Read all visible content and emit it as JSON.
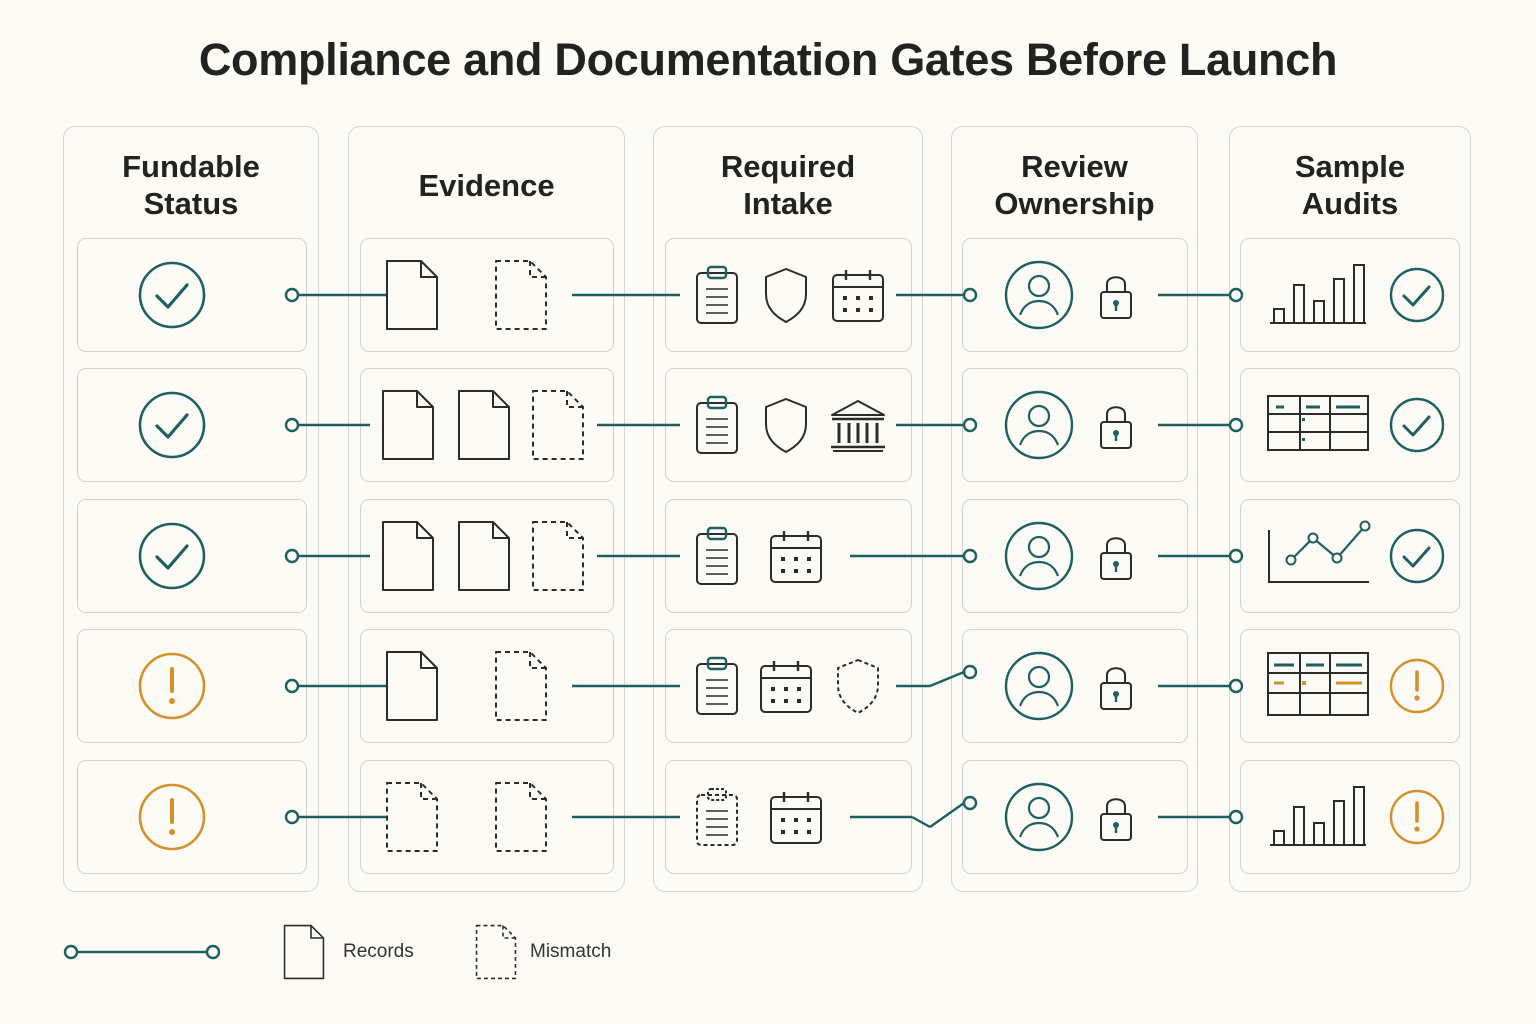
{
  "title": "Compliance and Documentation Gates Before Launch",
  "colors": {
    "teal": "#1e5f5f",
    "amber": "#d4902a",
    "ink": "#2b2b2b",
    "border": "#d4d4d4",
    "background": "#fbfaf5"
  },
  "columns": [
    {
      "key": "fundable",
      "title": "Fundable\nStatus"
    },
    {
      "key": "evidence",
      "title": "Evidence"
    },
    {
      "key": "intake",
      "title": "Required\nIntake"
    },
    {
      "key": "review",
      "title": "Review\nOwnership"
    },
    {
      "key": "audits",
      "title": "Sample\nAudits"
    }
  ],
  "rows": [
    {
      "status": "check",
      "evidence": [
        "document",
        "document-dashed"
      ],
      "intake": [
        "clipboard",
        "shield",
        "calendar"
      ],
      "review": [
        "user",
        "lock"
      ],
      "audit": {
        "chart": "bar-chart",
        "status": "check"
      }
    },
    {
      "status": "check",
      "evidence": [
        "document",
        "document",
        "document-dashed"
      ],
      "intake": [
        "clipboard",
        "shield",
        "bank"
      ],
      "review": [
        "user",
        "lock"
      ],
      "audit": {
        "chart": "table",
        "status": "check"
      }
    },
    {
      "status": "check",
      "evidence": [
        "document",
        "document",
        "document-dashed"
      ],
      "intake": [
        "clipboard",
        "calendar"
      ],
      "review": [
        "user",
        "lock"
      ],
      "audit": {
        "chart": "line-chart",
        "status": "check"
      }
    },
    {
      "status": "warning",
      "evidence": [
        "document",
        "document-dashed"
      ],
      "intake": [
        "clipboard",
        "calendar",
        "shield-dashed"
      ],
      "review": [
        "user",
        "lock"
      ],
      "audit": {
        "chart": "table-amber",
        "status": "warning"
      }
    },
    {
      "status": "warning",
      "evidence": [
        "document-dashed",
        "document-dashed"
      ],
      "intake": [
        "clipboard-dashed",
        "calendar"
      ],
      "review": [
        "user",
        "lock"
      ],
      "audit": {
        "chart": "bar-chart",
        "status": "warning"
      }
    }
  ],
  "legend": {
    "connector_icon": "connector-line",
    "records_label": "Records",
    "mismatch_label": "Mismatch"
  }
}
